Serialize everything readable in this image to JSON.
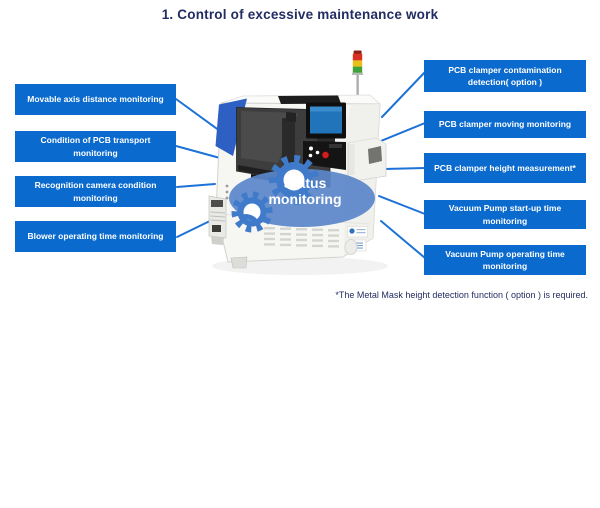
{
  "title": "1. Control of excessive maintenance work",
  "diagram": {
    "center_label": "Status monitoring",
    "left_items": [
      "Movable axis distance monitoring",
      "Condition of PCB transport monitoring",
      "Recognition camera condition monitoring",
      "Blower operating time monitoring"
    ],
    "right_items": [
      "PCB clamper contamination detection( option )",
      "PCB clamper moving monitoring",
      "PCB clamper height measurement*",
      "Vacuum Pump start-up time monitoring",
      "Vacuum Pump operating time monitoring"
    ],
    "footnote": "*The Metal Mask height detection function ( option ) is required."
  },
  "colors": {
    "label_box_blue": "#0a6ace",
    "connector_blue": "#1d72d7",
    "heading_navy": "#232c62",
    "status_ellipse_blue": "#5b87c9",
    "gear_blue": "#3f7bca",
    "signal_tower_red": "#d92f21",
    "signal_tower_yellow": "#e9bf1c",
    "signal_tower_green": "#3fa23a",
    "machine_accent_blue": "#2e5fc2",
    "screen_blue": "#2173ba"
  }
}
